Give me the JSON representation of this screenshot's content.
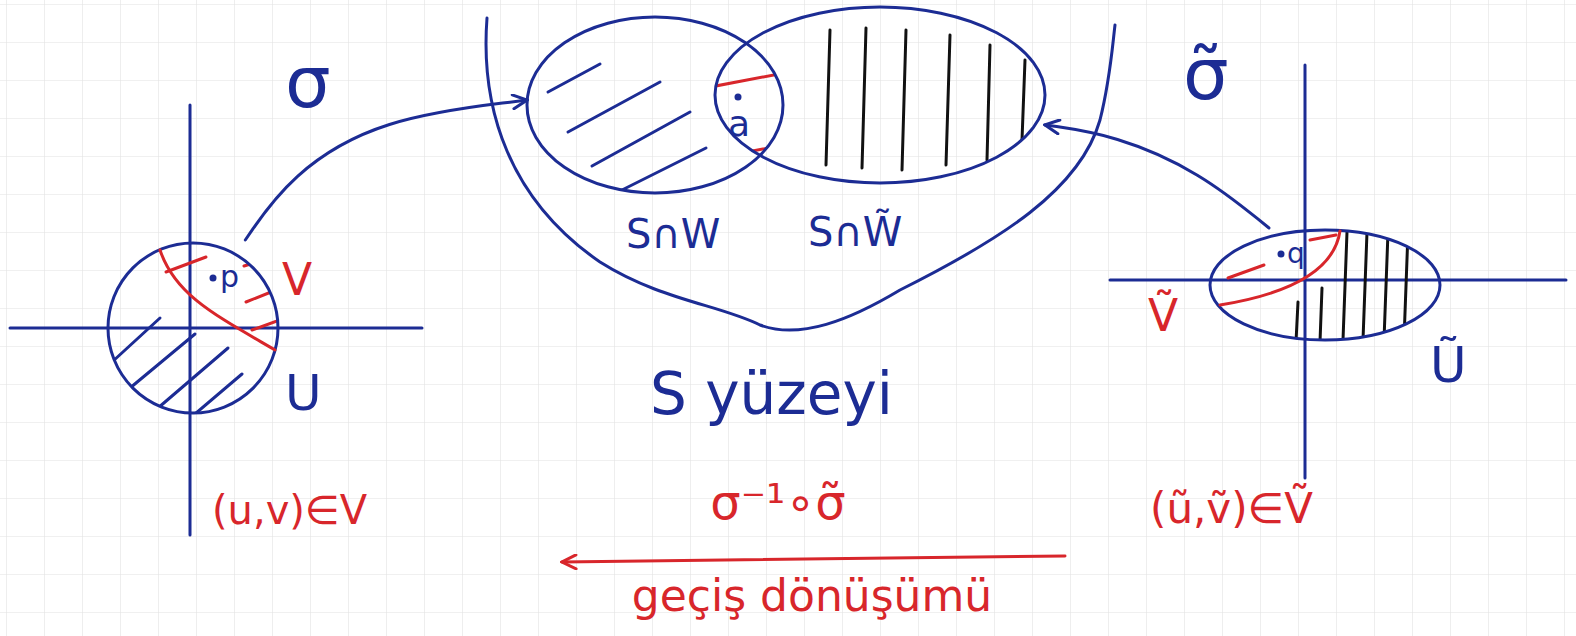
{
  "diagram": {
    "nodes": [
      {
        "text": [
          "S yüzeyi"
        ]
      },
      {
        "text": [
          "S∩W"
        ],
        "in": 0
      },
      {
        "text": [
          "S∩W̃"
        ],
        "in": 0
      },
      {
        "text": [
          "U"
        ]
      },
      {
        "text": [
          "p",
          "V"
        ],
        "in": 3
      },
      {
        "text": [
          "Ũ"
        ]
      },
      {
        "text": [
          "q",
          "Ṽ"
        ],
        "in": 5
      }
    ],
    "edges": [
      {
        "from": 3,
        "to": 1,
        "arrow": "to",
        "label": "σ"
      },
      {
        "from": 5,
        "to": 2,
        "arrow": "to",
        "label": "σ̃"
      }
    ],
    "labels": [
      "a",
      "(u,v)∈V",
      "σ⁻¹∘σ̃",
      "geçiş dönüşümü",
      "(ũ,ṽ)∈Ṽ"
    ]
  }
}
